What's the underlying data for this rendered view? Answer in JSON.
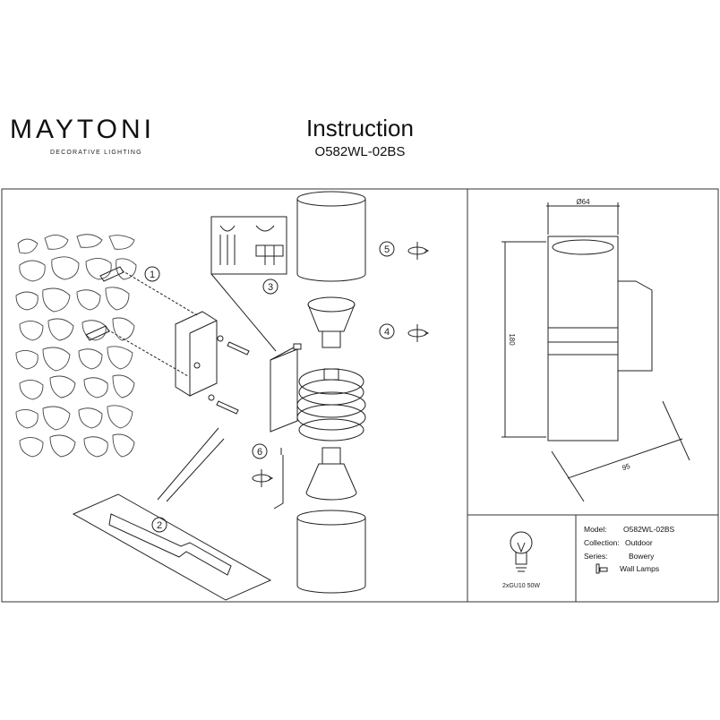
{
  "header": {
    "brand": "MAYTONI",
    "brand_tagline": "DECORATIVE LIGHTING",
    "title": "Instruction",
    "model_code": "O582WL-02BS"
  },
  "steps": [
    "1",
    "2",
    "3",
    "4",
    "5",
    "6"
  ],
  "dimensions": {
    "diameter": "Ø64",
    "height": "180",
    "depth": "95"
  },
  "spec": {
    "lamp": "2xGU10 50W",
    "model_label": "Model:",
    "model_value": "O582WL-02BS",
    "collection_label": "Collection:",
    "collection_value": "Outdoor",
    "series_label": "Series:",
    "series_value": "Bowery",
    "category_value": "Wall Lamps"
  }
}
